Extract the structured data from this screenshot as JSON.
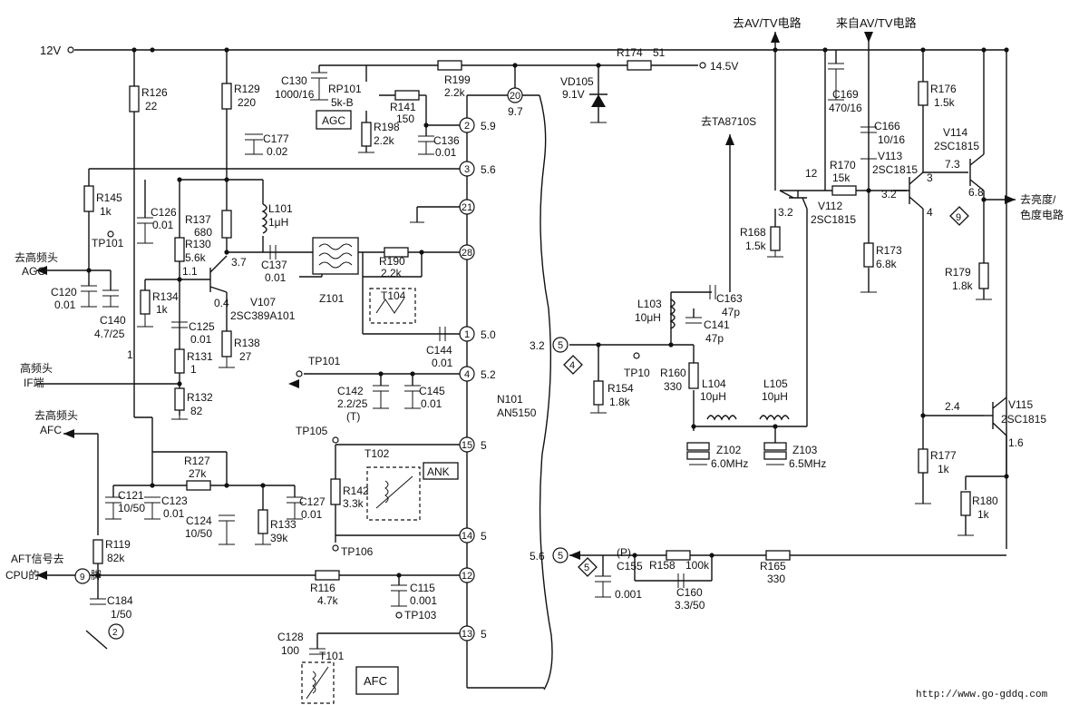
{
  "rails": {
    "v12": "12V",
    "v145": "14.5V"
  },
  "destinations": {
    "to_av_tv": "去AV/TV电路",
    "from_av_tv": "来自AV/TV电路",
    "to_ta8710s": "去TA8710S",
    "to_bright": "去亮度/",
    "to_bright2": "色度电路",
    "to_tuner_agc": "去高频头",
    "agc": "AGC",
    "tuner_if": "高频头",
    "if_port": "IF端",
    "to_tuner_afc": "去高频头",
    "afc": "AFC",
    "aft_signal": "AFT信号去",
    "cpu_pin": "CPU的",
    "cpu_pin_num": "9",
    "cpu_pin_suffix": "脚"
  },
  "boxes": {
    "agc": "AGC",
    "ank": "ANK",
    "afc": "AFC"
  },
  "ic": {
    "ref": "N101",
    "part": "AN5150"
  },
  "pins": [
    "20",
    "2",
    "3",
    "21",
    "28",
    "1",
    "4",
    "15",
    "14",
    "12",
    "13",
    "5",
    "5"
  ],
  "pin_voltages": {
    "p20": "9.7",
    "p2": "5.9",
    "p3": "5.6",
    "p1": "5.0",
    "p4": "5.2",
    "p15": "5",
    "p14": "5",
    "p13": "5",
    "p5a": "3.2",
    "p5b": "5.6"
  },
  "components": {
    "r126": [
      "R126",
      "22"
    ],
    "r129": [
      "R129",
      "220"
    ],
    "c130": [
      "C130",
      "1000/16"
    ],
    "rp101": [
      "RP101",
      "5k-B"
    ],
    "r199": [
      "R199",
      "2.2k"
    ],
    "r174": [
      "R174",
      "51"
    ],
    "vd105": [
      "VD105",
      "9.1V"
    ],
    "r141": [
      "R141",
      "150"
    ],
    "r198": [
      "R198",
      "2.2k"
    ],
    "c136": [
      "C136",
      "0.01"
    ],
    "c177": [
      "C177",
      "0.02"
    ],
    "r145": [
      "R145",
      "1k"
    ],
    "tp101a": "TP101",
    "c126": [
      "C126",
      "0.01"
    ],
    "r137": [
      "R137",
      "680"
    ],
    "l101": [
      "L101",
      "1μH"
    ],
    "r130": [
      "R130",
      "5.6k"
    ],
    "v107": [
      "V107",
      "2SC389A101"
    ],
    "c137": [
      "C137",
      "0.01"
    ],
    "z101": "Z101",
    "r190": [
      "R190",
      "2.2k"
    ],
    "t104": "T104",
    "c120": [
      "C120",
      "0.01"
    ],
    "c140": [
      "C140",
      "4.7/25"
    ],
    "r134": [
      "R134",
      "1k"
    ],
    "c125": [
      "C125",
      "0.01"
    ],
    "r138": [
      "R138",
      "27"
    ],
    "r131": [
      "R131",
      "1"
    ],
    "r132": [
      "R132",
      "82"
    ],
    "c144": [
      "C144",
      "0.01"
    ],
    "tp101b": "TP101",
    "c142": [
      "C142",
      "2.2/25",
      "(T)"
    ],
    "c145": [
      "C145",
      "0.01"
    ],
    "tp105": "TP105",
    "t102": "T102",
    "r142": [
      "R142",
      "3.3k"
    ],
    "tp106": "TP106",
    "r127": [
      "R127",
      "27k"
    ],
    "c121": [
      "C121",
      "10/50"
    ],
    "c123": [
      "C123",
      "0.01"
    ],
    "c124": [
      "C124",
      "10/50"
    ],
    "r133": [
      "R133",
      "39k"
    ],
    "c127": [
      "C127",
      "0.01"
    ],
    "r119": [
      "R119",
      "82k"
    ],
    "c184": [
      "C184",
      "1/50"
    ],
    "c184_tag": "2",
    "r116": [
      "R116",
      "4.7k"
    ],
    "c115": [
      "C115",
      "0.001"
    ],
    "tp103": "TP103",
    "c128": [
      "C128",
      "100"
    ],
    "t101": "T101",
    "l103": [
      "L103",
      "10μH"
    ],
    "c163": [
      "C163",
      "47p"
    ],
    "c141": [
      "C141",
      "47p"
    ],
    "r154": [
      "R154",
      "1.8k"
    ],
    "tp10": "TP10",
    "r160": [
      "R160",
      "330"
    ],
    "l104": [
      "L104",
      "10μH"
    ],
    "l105": [
      "L105",
      "10μH"
    ],
    "z102": [
      "Z102",
      "6.0MHz"
    ],
    "z103": [
      "Z103",
      "6.5MHz"
    ],
    "c155": [
      "C155",
      "(P)",
      "0.001"
    ],
    "r158": [
      "R158",
      "100k"
    ],
    "c160": [
      "C160",
      "3.3/50"
    ],
    "r165": [
      "R165",
      "330"
    ],
    "c169": [
      "C169",
      "470/16"
    ],
    "c166": [
      "C166",
      "10/16"
    ],
    "r176": [
      "R176",
      "1.5k"
    ],
    "v114": [
      "V114",
      "2SC1815"
    ],
    "r170": [
      "R170",
      "15k"
    ],
    "v113": [
      "V113",
      "2SC1815"
    ],
    "v112": [
      "V112",
      "2SC1815"
    ],
    "r168": [
      "R168",
      "1.5k"
    ],
    "r173": [
      "R173",
      "6.8k"
    ],
    "r179": [
      "R179",
      "1.8k"
    ],
    "v115": [
      "V115",
      "2SC1815"
    ],
    "r177": [
      "R177",
      "1k"
    ],
    "r180": [
      "R180",
      "1k"
    ]
  },
  "node_voltages": {
    "n11": "1.1",
    "n37": "3.7",
    "n04": "0.4",
    "n12": "12",
    "n32a": "3.2",
    "n32b": "3.2",
    "n3": "3",
    "n4": "4",
    "n73": "7.3",
    "n68": "6.8",
    "n24": "2.4",
    "n16": "1.6",
    "n1": "1"
  },
  "diamond_tags": {
    "d9": "9",
    "d4": "4",
    "d5": "5"
  },
  "watermark": "http://www.go-gddq.com"
}
